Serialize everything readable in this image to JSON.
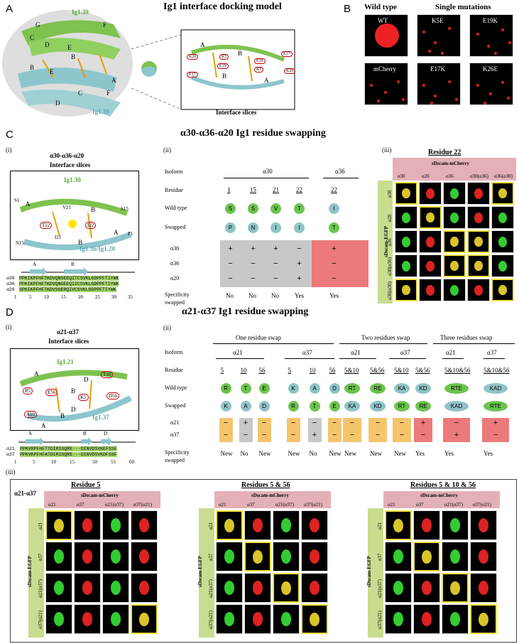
{
  "panelA": {
    "label": "A",
    "title": "Ig1 interface docking model",
    "top_chain": "Ig1.39",
    "bottom_chain": "Ig1.39",
    "inset_caption": "Interface slices",
    "strand_letters": [
      "G",
      "F",
      "C",
      "D",
      "E",
      "B",
      "B",
      "E",
      "D",
      "C",
      "F",
      "A"
    ],
    "inset_residues": [
      "K26",
      "K5",
      "E19",
      "E17",
      "E19",
      "K5",
      "E17",
      "K26"
    ],
    "inset_strands": [
      "A",
      "B",
      "B",
      "A"
    ]
  },
  "panelB": {
    "label": "B",
    "col1": "Wild type",
    "col2": "Single mutations",
    "tiles": [
      "WT",
      "K5E",
      "E19K",
      "mCherry",
      "E17K",
      "K26E"
    ]
  },
  "panelC": {
    "label": "C",
    "title": "α30-α36-α20 Ig1 residue swapping",
    "i": {
      "label": "(i)",
      "subtitle1": "α30-α36-α20",
      "subtitle2": "Interface slices",
      "top_chain": "Ig1.30",
      "bottom_chain": "Ig1.36/Ig1.20",
      "residues": [
        "S1",
        "V21",
        "S15",
        "T22",
        "I22",
        "I21",
        "N15",
        "P1"
      ],
      "strands": [
        "A",
        "B",
        "B",
        "A"
      ],
      "seq_strands": [
        "A",
        "B"
      ],
      "seq_rows": [
        {
          "name": "α30",
          "seq": "PPKIKPFHFTKDVQNSEEQITCSVKLGDPPFTIYWK"
        },
        {
          "name": "α36",
          "seq": "PPKIKPFHFTKDVQNGEEQIICSVKLGDPPFTIYWK"
        },
        {
          "name": "α20",
          "seq": "SPKIKPFHFTKDVSGERQIVCSVKLGDPPFTIYWK"
        }
      ],
      "seq_ticks": [
        "1",
        "5",
        "10",
        "15",
        "20",
        "25",
        "30",
        "35"
      ]
    },
    "ii": {
      "label": "(ii)",
      "row_labels": [
        "Isoform",
        "Residue",
        "Wild type",
        "Swapped",
        "α30",
        "α36",
        "α20",
        "Specificity swapped"
      ],
      "isoforms": [
        "α30",
        "α36"
      ],
      "columns": [
        {
          "residue": "1",
          "wt": "S",
          "sw": "P",
          "r30": "+",
          "r36": "−",
          "r20": "−",
          "spec": "No"
        },
        {
          "residue": "15",
          "wt": "S",
          "sw": "N",
          "r30": "+",
          "r36": "−",
          "r20": "−",
          "spec": "No"
        },
        {
          "residue": "21",
          "wt": "V",
          "sw": "I",
          "r30": "+",
          "r36": "−",
          "r20": "−",
          "spec": "No"
        },
        {
          "residue": "22",
          "wt": "T",
          "sw": "I",
          "r30": "−",
          "r36": "+",
          "r20": "+",
          "spec": "Yes"
        },
        {
          "residue": "22",
          "wt": "I",
          "sw": "T",
          "r30": "+",
          "r36": "−",
          "r20": "−",
          "spec": "Yes"
        }
      ]
    },
    "iii": {
      "label": "(iii)",
      "title": "Residue 22",
      "header": "sDscam-mCherry",
      "side": "sDscam-EGFP",
      "cols": [
        "α30",
        "α20",
        "α36",
        "α30(α36)",
        "α36(α30)"
      ],
      "rows": [
        "α30",
        "α20",
        "α36",
        "α30(α36)",
        "α36(α30)"
      ]
    }
  },
  "panelD": {
    "label": "D",
    "title": "α21-α37 Ig1 residue swapping",
    "i": {
      "label": "(i)",
      "subtitle1": "α21-α37",
      "subtitle2": "Interface slices",
      "top_chain": "Ig1.21",
      "bottom_chain": "Ig1.37",
      "residues": [
        "T10",
        "R5",
        "E56",
        "K5",
        "D56",
        "A10"
      ],
      "strands": [
        "A",
        "D",
        "B",
        "D",
        "B",
        "A"
      ],
      "seq_strands": [
        "A",
        "B",
        "D"
      ],
      "seq_rows": [
        {
          "name": "α21",
          "seq": "PPKVRPFHFTTDIRIGQRE···DINVDSVKEFSSF"
        },
        {
          "name": "α37",
          "seq": "PPKVKPFHFATDIRIGQRE···DINVDSVKDFSSF"
        }
      ],
      "seq_ticks": [
        "1",
        "5",
        "10",
        "15",
        "50",
        "55",
        "60"
      ]
    },
    "ii": {
      "label": "(ii)",
      "groups": [
        "One residue swap",
        "Two residues swap",
        "Three residues swap"
      ],
      "row_labels": [
        "Isoform",
        "Residue",
        "Wild type",
        "Swapped",
        "α21",
        "α37",
        "Specificity swapped"
      ],
      "columns": [
        {
          "iso": "α21",
          "residue": "5",
          "wt": "R",
          "sw": "K",
          "a21": "−",
          "a37": "−",
          "spec": "New"
        },
        {
          "iso": "",
          "residue": "10",
          "wt": "T",
          "sw": "A",
          "a21": "+",
          "a37": "−",
          "spec": "No"
        },
        {
          "iso": "",
          "residue": "56",
          "wt": "E",
          "sw": "D",
          "a21": "−",
          "a37": "−",
          "spec": "New"
        },
        {
          "iso": "α37",
          "residue": "5",
          "wt": "K",
          "sw": "R",
          "a21": "−",
          "a37": "−",
          "spec": "New"
        },
        {
          "iso": "",
          "residue": "10",
          "wt": "A",
          "sw": "T",
          "a21": "−",
          "a37": "+",
          "spec": "No"
        },
        {
          "iso": "",
          "residue": "56",
          "wt": "D",
          "sw": "E",
          "a21": "−",
          "a37": "−",
          "spec": "New"
        },
        {
          "iso": "α21",
          "residue": "5&10",
          "wt": "RT",
          "sw": "KA",
          "a21": "−",
          "a37": "−",
          "spec": "New"
        },
        {
          "iso": "",
          "residue": "5&56",
          "wt": "RE",
          "sw": "KD",
          "a21": "−",
          "a37": "−",
          "spec": "New"
        },
        {
          "iso": "α37",
          "residue": "5&10",
          "wt": "KA",
          "sw": "RT",
          "a21": "−",
          "a37": "−",
          "spec": "New"
        },
        {
          "iso": "",
          "residue": "5&56",
          "wt": "KD",
          "sw": "RE",
          "a21": "+",
          "a37": "−",
          "spec": "Yes"
        },
        {
          "iso": "α21",
          "residue": "5&10&56",
          "wt": "RTE",
          "sw": "KAD",
          "a21": "−",
          "a37": "+",
          "spec": "Yes"
        },
        {
          "iso": "α37",
          "residue": "5&10&56",
          "wt": "KAD",
          "sw": "RTE",
          "a21": "+",
          "a37": "−",
          "spec": "Yes"
        }
      ]
    },
    "iii": {
      "label": "(iii)",
      "pair": "α21-α37",
      "header": "sDscam-mCherry",
      "side": "sDscam-EGFP",
      "cols": [
        "α21",
        "α37",
        "α21(α37)",
        "α37(α21)"
      ],
      "rows": [
        "α21",
        "α37",
        "α21(α37)",
        "α37(α21)"
      ],
      "grid_titles": [
        "Residue 5",
        "Residues 5 & 56",
        "Residues 5 & 10 & 56"
      ]
    }
  }
}
